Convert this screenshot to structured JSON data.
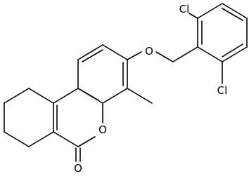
{
  "structure": {
    "atoms": {
      "cl_top": "Cl",
      "cl_bottom": "Cl",
      "ether_oxygen": "O",
      "ring_oxygen": "O",
      "carbonyl_oxygen": "O"
    }
  }
}
